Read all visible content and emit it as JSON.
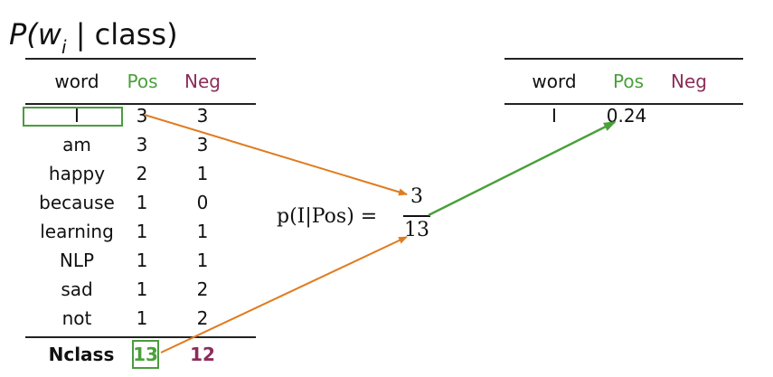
{
  "title": {
    "prefix": "P(w",
    "sub": "i",
    "suffix": " | class)"
  },
  "left_table": {
    "headers": {
      "word": "word",
      "pos": "Pos",
      "neg": "Neg"
    },
    "rows": [
      {
        "word": "I",
        "pos": "3",
        "neg": "3"
      },
      {
        "word": "am",
        "pos": "3",
        "neg": "3"
      },
      {
        "word": "happy",
        "pos": "2",
        "neg": "1"
      },
      {
        "word": "because",
        "pos": "1",
        "neg": "0"
      },
      {
        "word": "learning",
        "pos": "1",
        "neg": "1"
      },
      {
        "word": "NLP",
        "pos": "1",
        "neg": "1"
      },
      {
        "word": "sad",
        "pos": "1",
        "neg": "2"
      },
      {
        "word": "not",
        "pos": "1",
        "neg": "2"
      }
    ],
    "total": {
      "label": "Nclass",
      "pos": "13",
      "neg": "12"
    }
  },
  "formula": {
    "lhs": "p(I|Pos) =",
    "numerator": "3",
    "denominator": "13"
  },
  "right_table": {
    "headers": {
      "word": "word",
      "pos": "Pos",
      "neg": "Neg"
    },
    "rows": [
      {
        "word": "I",
        "pos": "0.24"
      }
    ]
  },
  "colors": {
    "pos": "#4aa03a",
    "neg": "#8b2d5a",
    "arrow_orange": "#e07b1f",
    "arrow_green": "#4aa03a"
  }
}
